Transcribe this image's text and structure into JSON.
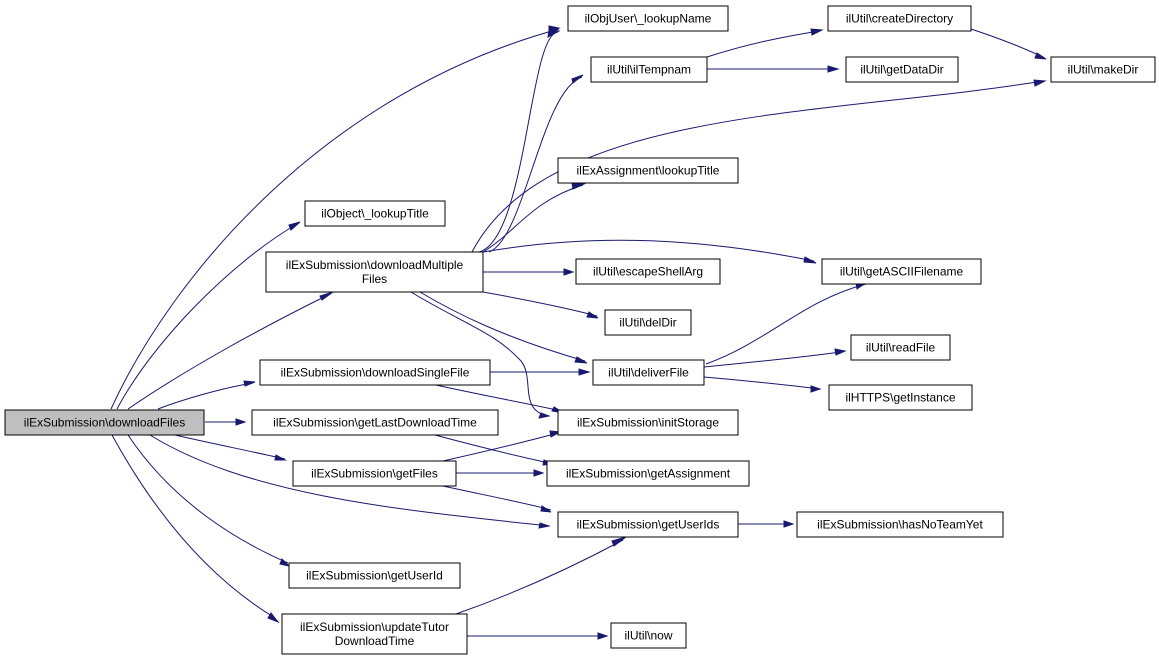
{
  "graph": {
    "colors": {
      "edge": "#191970",
      "node_border": "#000000",
      "root_fill": "#bfbfbf",
      "node_fill": "#ffffff"
    },
    "nodes": {
      "download_files": [
        "ilExSubmission\\downloadFiles"
      ],
      "lookup_name": [
        "ilObjUser\\_lookupName"
      ],
      "il_tempnam": [
        "ilUtil\\ilTempnam"
      ],
      "create_directory": [
        "ilUtil\\createDirectory"
      ],
      "make_dir": [
        "ilUtil\\makeDir"
      ],
      "get_data_dir": [
        "ilUtil\\getDataDir"
      ],
      "lookup_title_assignment": [
        "ilExAssignment\\lookupTitle"
      ],
      "lookup_title_object": [
        "ilObject\\_lookupTitle"
      ],
      "download_multiple_files": [
        "ilExSubmission\\downloadMultiple",
        "Files"
      ],
      "escape_shell_arg": [
        "ilUtil\\escapeShellArg"
      ],
      "get_ascii_filename": [
        "ilUtil\\getASCIIFilename"
      ],
      "del_dir": [
        "ilUtil\\delDir"
      ],
      "download_single_file": [
        "ilExSubmission\\downloadSingleFile"
      ],
      "deliver_file": [
        "ilUtil\\deliverFile"
      ],
      "read_file": [
        "ilUtil\\readFile"
      ],
      "https_get_instance": [
        "ilHTTPS\\getInstance"
      ],
      "get_last_download_time": [
        "ilExSubmission\\getLastDownloadTime"
      ],
      "init_storage": [
        "ilExSubmission\\initStorage"
      ],
      "get_files": [
        "ilExSubmission\\getFiles"
      ],
      "get_assignment": [
        "ilExSubmission\\getAssignment"
      ],
      "get_user_ids": [
        "ilExSubmission\\getUserIds"
      ],
      "has_no_team_yet": [
        "ilExSubmission\\hasNoTeamYet"
      ],
      "get_user_id": [
        "ilExSubmission\\getUserId"
      ],
      "update_tutor_download_time": [
        "ilExSubmission\\updateTutor",
        "DownloadTime"
      ],
      "now": [
        "ilUtil\\now"
      ]
    }
  }
}
